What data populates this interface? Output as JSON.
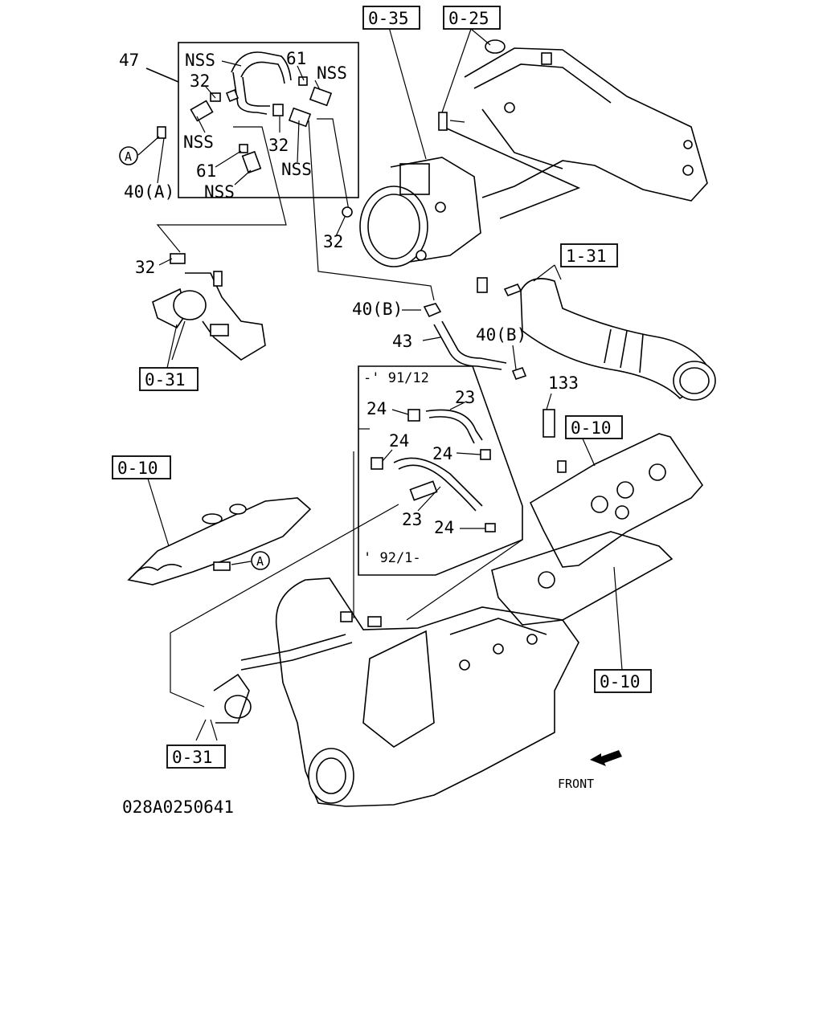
{
  "diagram_code": "028A0250641",
  "front_label": "FRONT",
  "refs": {
    "r0_35": "0-35",
    "r0_25": "0-25",
    "r1_31": "1-31",
    "r0_31_top": "0-31",
    "r0_31_bottom": "0-31",
    "r0_10_left": "0-10",
    "r0_10_right": "0-10",
    "r0_10_bottom": "0-10"
  },
  "parts": {
    "p47": "47",
    "nss_a": "NSS",
    "nss_b": "NSS",
    "nss_c": "NSS",
    "nss_d": "NSS",
    "nss_e": "NSS",
    "p32_a": "32",
    "p32_b": "32",
    "p32_c": "32",
    "p32_d": "32",
    "p61_a": "61",
    "p61_b": "61",
    "p40a": "40(A)",
    "p40b_a": "40(B)",
    "p40b_b": "40(B)",
    "p43": "43",
    "p133": "133",
    "p24_a": "24",
    "p24_b": "24",
    "p24_c": "24",
    "p24_d": "24",
    "p23_a": "23",
    "p23_b": "23"
  },
  "date_ranges": {
    "upto": "-' 91/12",
    "from": "' 92/1-"
  },
  "markers": {
    "a_left": "A",
    "a_mid": "A"
  },
  "icons": [
    "front-arrow-icon"
  ]
}
